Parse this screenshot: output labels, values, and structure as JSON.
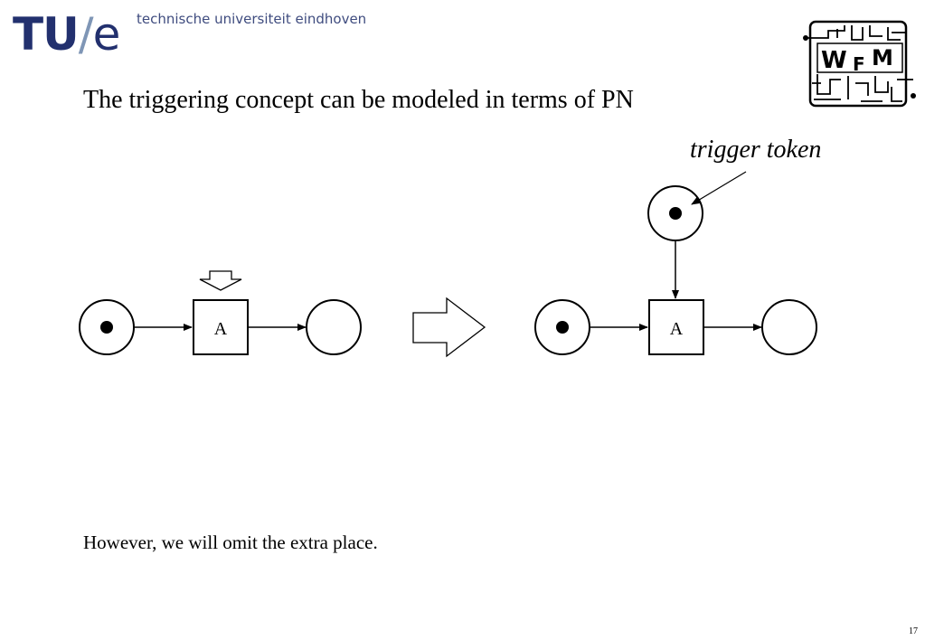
{
  "header": {
    "logo_tu": "TU",
    "logo_slash": "/",
    "logo_e": "e",
    "university_name": "technische universiteit eindhoven",
    "wfm_letter_w": "W",
    "wfm_letter_f": "F",
    "wfm_letter_m": "M"
  },
  "slide": {
    "title": "The triggering concept can be modeled in terms of PN",
    "footer_text": "However, we will omit the extra place.",
    "page_number": "17"
  },
  "diagram": {
    "left_net": {
      "transition_label": "A"
    },
    "right_net": {
      "transition_label": "A",
      "annotation": "trigger token"
    }
  }
}
